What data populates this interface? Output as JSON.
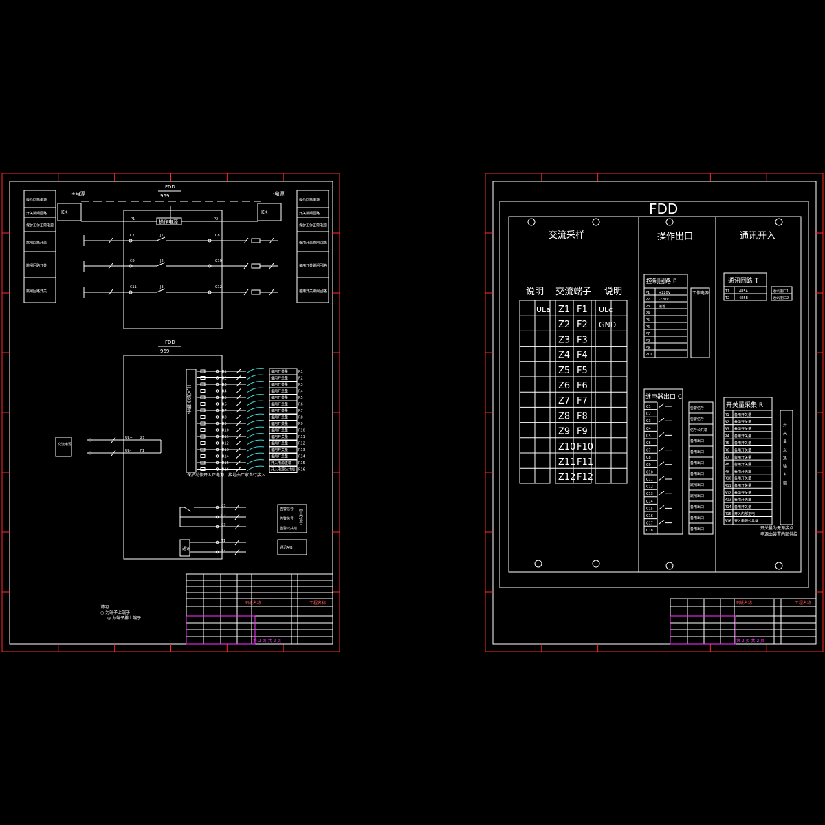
{
  "sheet1": {
    "device_top": "FDD",
    "device_top_sub": "969",
    "device_mid": "FDD",
    "device_mid_sub": "969",
    "left_labels": [
      "操作回路电源",
      "开关跳闸回路",
      "保护工作正常电源",
      "跳闸回路开关",
      "跳闸回路开关",
      "跳闸回路开关"
    ],
    "right_labels": [
      "操作回路电源",
      "开关跳闸回路",
      "保护工作正常电源",
      "备用开关跳闸回路",
      "备用开关跳闸回路",
      "备用开关跳闸回路"
    ],
    "left_power": "+电源",
    "right_power": "-电源",
    "kk": "KK",
    "jump_label": "操作电源",
    "terms_top": [
      "P1",
      "P2",
      "C7",
      "C8",
      "C9",
      "C10",
      "C11",
      "C12"
    ],
    "coils": [
      "J1",
      "J2",
      "J3"
    ],
    "input_column_label": "开入信号端子",
    "input_terms": [
      "R1",
      "R2",
      "R3",
      "R4",
      "R5",
      "R6",
      "R7",
      "R8",
      "R9",
      "R10",
      "R11",
      "R12",
      "R13",
      "R14",
      "R15",
      "R16"
    ],
    "input_desc": [
      "备用开关量",
      "备用开关量",
      "备用开关量",
      "备用开关量",
      "备用开关量",
      "备用开关量",
      "备用开关量",
      "备用开关量",
      "备用开关量",
      "备用开关量",
      "备用开关量",
      "备用开关量",
      "备用开关量",
      "备用开关量",
      "开入电源正端",
      "开入电源公共端"
    ],
    "input_note": "保护动作开入正电源，接地由厂家自行接入",
    "ac_box": "交流电源",
    "ac_terms": [
      "Z1",
      "F1"
    ],
    "ac_in": [
      "UL+",
      "UL-"
    ],
    "relay_terms": [
      "C1",
      "C2",
      "C3"
    ],
    "relay_desc": [
      "告警信号",
      "告警信号",
      "告警公共端"
    ],
    "relay_side": "中央信号",
    "comm_label": "通讯",
    "comm_terms": [
      "T1",
      "T2"
    ],
    "comm_desc": "通讯A/B",
    "legend_title": "说明：",
    "legend_items": [
      "○ 为端子上端子",
      "◎ 为端子排上端子"
    ],
    "title_project": "工程名称",
    "title_drawing": "图纸名称",
    "title_sheet": "第 2 页 共 2 页"
  },
  "sheet2": {
    "device": "FDD",
    "sec_ac": "交流采样",
    "sec_op": "操作出口",
    "sec_comm": "通讯开入",
    "ac_headers": [
      "说明",
      "交流端子",
      "说明"
    ],
    "ac_left": [
      "ULa",
      "",
      "",
      "",
      "",
      "",
      "",
      "",
      "",
      "",
      "",
      ""
    ],
    "ac_z": [
      "Z1",
      "Z2",
      "Z3",
      "Z4",
      "Z5",
      "Z6",
      "Z7",
      "Z8",
      "Z9",
      "Z10",
      "Z11",
      "Z12"
    ],
    "ac_f": [
      "F1",
      "F2",
      "F3",
      "F4",
      "F5",
      "F6",
      "F7",
      "F8",
      "F9",
      "F10",
      "F11",
      "F12"
    ],
    "ac_right": [
      "ULc",
      "GND",
      "",
      "",
      "",
      "",
      "",
      "",
      "",
      "",
      "",
      ""
    ],
    "ctrl_title": "控制回路 P",
    "ctrl_terms": [
      "P1",
      "P2",
      "P3",
      "P4",
      "P5",
      "P6",
      "P7",
      "P8",
      "P9",
      "P10"
    ],
    "ctrl_desc": [
      "+220V",
      "-220V",
      "接地",
      "",
      "",
      "",
      "",
      "",
      "",
      ""
    ],
    "ctrl_side": "工作电源",
    "relay_title": "继电器出口 C",
    "relay_terms": [
      "C1",
      "C2",
      "C3",
      "C4",
      "C5",
      "C6",
      "C7",
      "C8",
      "C9",
      "C10",
      "C11",
      "C12",
      "C13",
      "C14",
      "C15",
      "C16",
      "C17",
      "C18"
    ],
    "relay_desc": [
      "告警信号",
      "告警信号",
      "信号公共端",
      "备用出口",
      "备用出口",
      "备用出口",
      "备用出口",
      "跳闸出口",
      "跳闸出口",
      "备用出口",
      "备用出口",
      "备用出口"
    ],
    "comm_title": "通讯回路 T",
    "comm_terms": [
      "T1",
      "T2"
    ],
    "comm_desc": [
      "485A",
      "485B"
    ],
    "comm_side": [
      "通讯接口1",
      "通讯接口2"
    ],
    "sw_title": "开关量采集 R",
    "sw_terms": [
      "R1",
      "R2",
      "R3",
      "R4",
      "R5",
      "R6",
      "R7",
      "R8",
      "R9",
      "R10",
      "R11",
      "R12",
      "R13",
      "R14",
      "R15",
      "R16"
    ],
    "sw_desc": [
      "备用开关量",
      "备用开关量",
      "备用开关量",
      "备用开关量",
      "备用开关量",
      "备用开关量",
      "备用开关量",
      "备用开关量",
      "备用开关量",
      "备用开关量",
      "备用开关量",
      "备用开关量",
      "备用开关量",
      "备用开关量",
      "开入内部正电",
      "开入电源公共端"
    ],
    "sw_side": "开关量采集输入端",
    "sw_note1": "开关量为无源接点",
    "sw_note2": "电源由装置内部供给",
    "title_project": "工程名称",
    "title_drawing": "图纸名称",
    "title_sheet": "第 2 页 共 2 页"
  }
}
